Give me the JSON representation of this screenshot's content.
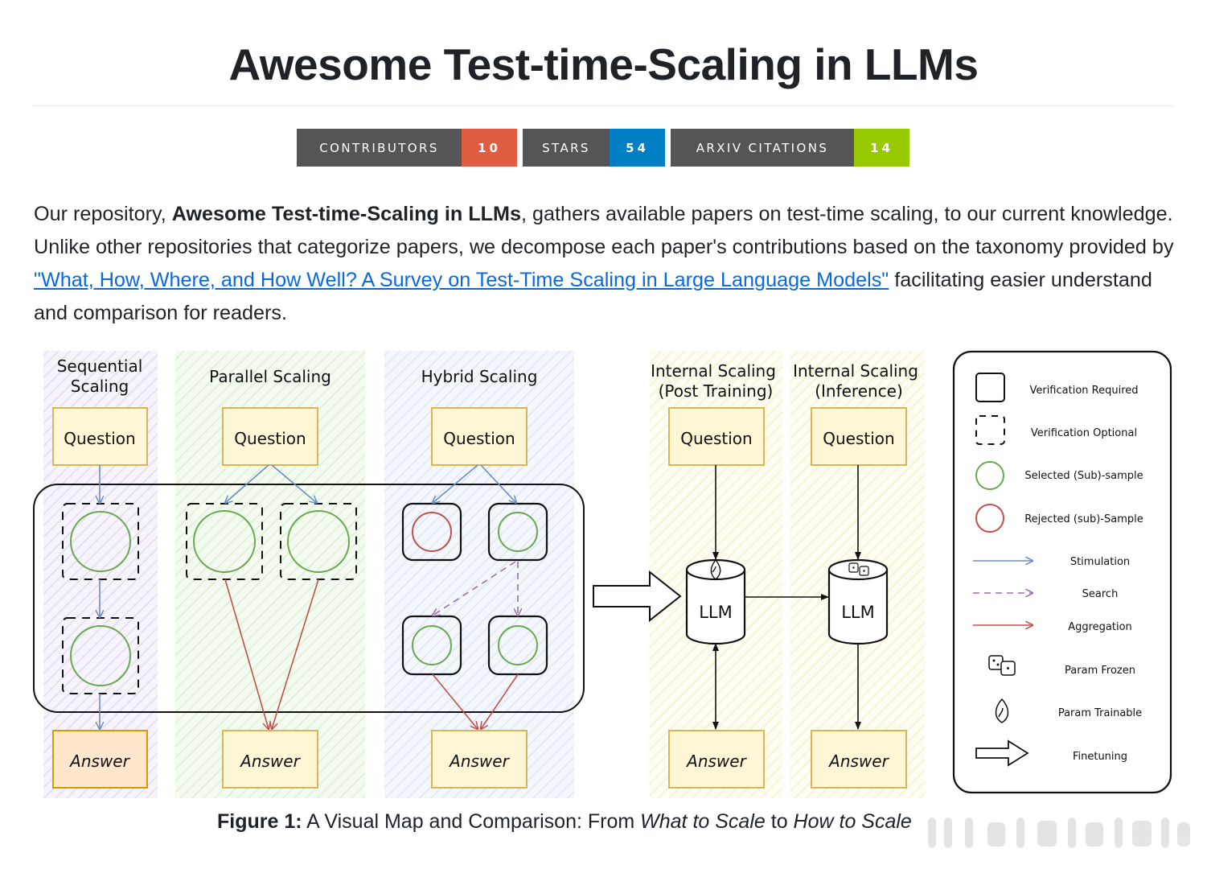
{
  "page": {
    "title": "Awesome Test-time-Scaling in LLMs"
  },
  "badges": [
    {
      "label": "CONTRIBUTORS",
      "value": "10",
      "color": "#e05d44"
    },
    {
      "label": "STARS",
      "value": "54",
      "color": "#007ec6"
    },
    {
      "label": "ARXIV CITATIONS",
      "value": "14",
      "color": "#97ca00"
    }
  ],
  "intro": {
    "t1": "Our repository, ",
    "repo_name": "Awesome Test-time-Scaling in LLMs",
    "t2": ", gathers available papers on test-time scaling, to our current knowledge. Unlike other repositories that categorize papers, we decompose each paper's contributions based on the taxonomy provided by ",
    "link_text": "\"What, How, Where, and How Well? A Survey on Test-Time Scaling in Large Language Models\"",
    "t3": " facilitating easier understand and comparison for readers."
  },
  "figure": {
    "sections": {
      "sequential": "Sequential Scaling",
      "parallel": "Parallel Scaling",
      "hybrid": "Hybrid Scaling",
      "internal_post_1": "Internal Scaling",
      "internal_post_2": "(Post Training)",
      "internal_inf_1": "Internal Scaling",
      "internal_inf_2": "(Inference)"
    },
    "question": "Question",
    "answer": "Answer",
    "llm": "LLM",
    "legend": [
      {
        "label": "Verification Required",
        "icon": "solid-box-icon"
      },
      {
        "label": "Verification Optional",
        "icon": "dashed-box-icon"
      },
      {
        "label": "Selected (Sub)-sample",
        "icon": "green-circle-icon"
      },
      {
        "label": "Rejected (sub)-Sample",
        "icon": "red-circle-icon"
      },
      {
        "label": "Stimulation",
        "icon": "blue-arrow-icon"
      },
      {
        "label": "Search",
        "icon": "dashed-purple-arrow-icon"
      },
      {
        "label": "Aggregation",
        "icon": "red-arrow-icon"
      },
      {
        "label": "Param Frozen",
        "icon": "dice-icon"
      },
      {
        "label": "Param Trainable",
        "icon": "flame-icon"
      },
      {
        "label": "Finetuning",
        "icon": "big-arrow-icon"
      }
    ],
    "colors": {
      "selected": "#6aa84f",
      "rejected": "#c0504d",
      "stimulation": "#6c8ebf",
      "search": "#9673a6",
      "aggregation": "#c0504d",
      "box_border": "#d6b656",
      "box_fill": "#fff6d5"
    }
  },
  "caption": {
    "label": "Figure 1:",
    "t1": " A Visual Map and Comparison: From ",
    "em1": "What to Scale",
    "t2": " to ",
    "em2": "How to Scale"
  }
}
